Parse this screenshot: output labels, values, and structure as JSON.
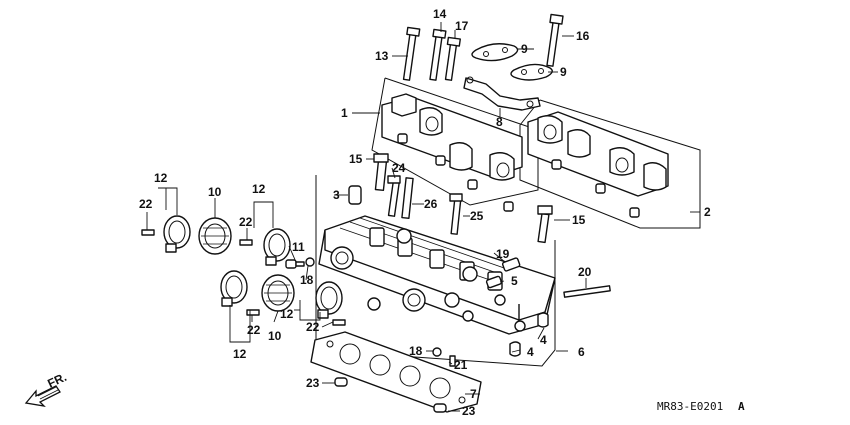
{
  "callouts": {
    "c1": "1",
    "c2": "2",
    "c3": "3",
    "c4a": "4",
    "c4b": "4",
    "c5": "5",
    "c6": "6",
    "c7": "7",
    "c8": "8",
    "c9a": "9",
    "c9b": "9",
    "c10a": "10",
    "c10b": "10",
    "c11": "11",
    "c12a": "12",
    "c12b": "12",
    "c12c": "12",
    "c12d": "12",
    "c13": "13",
    "c14": "14",
    "c15a": "15",
    "c15b": "15",
    "c16": "16",
    "c17": "17",
    "c18a": "18",
    "c18b": "18",
    "c19": "19",
    "c20": "20",
    "c21": "21",
    "c22a": "22",
    "c22b": "22",
    "c22c": "22",
    "c22d": "22",
    "c23a": "23",
    "c23b": "23",
    "c24": "24",
    "c25": "25",
    "c26": "26"
  },
  "direction_label": "FR.",
  "diagram_code": "MR83-E0201",
  "diagram_code_suffix": "A"
}
